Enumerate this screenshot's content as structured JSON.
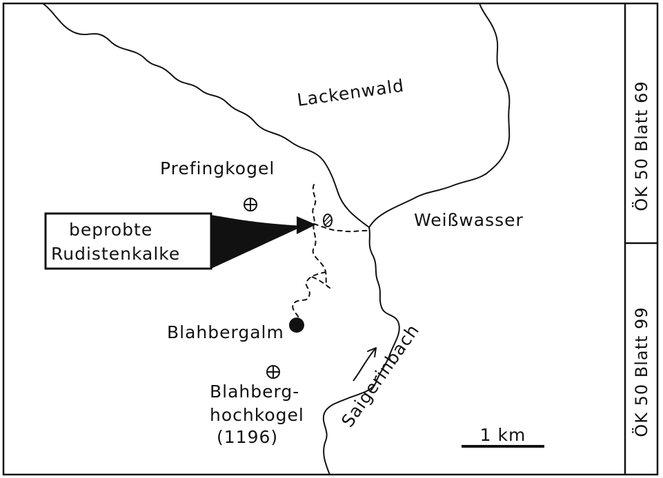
{
  "labels": {
    "lackenwald": "Lackenwald",
    "prefingkogel": "Prefingkogel",
    "weisswasser": "Weißwasser",
    "callout_line1": "beprobte",
    "callout_line2": "Rudistenkalke",
    "blahbergalm": "Blahbergalm",
    "blahberg_line1": "Blahberg-",
    "blahberg_line2": "hochkogel",
    "blahberg_line3": "(1196)",
    "saigerinbach": "Saigerinbach",
    "scale": "1 km"
  },
  "sheets": {
    "top": "ÖK 50 Blatt 69",
    "bottom": "ÖK 50 Blatt 99"
  },
  "icons": {
    "summit": "summit-circle-cross-icon",
    "alm": "filled-circle-icon",
    "sample_site": "hatched-ellipse-icon",
    "flow": "flow-direction-arrow-icon"
  },
  "colors": {
    "ink": "#111111",
    "paper": "#ffffff"
  }
}
